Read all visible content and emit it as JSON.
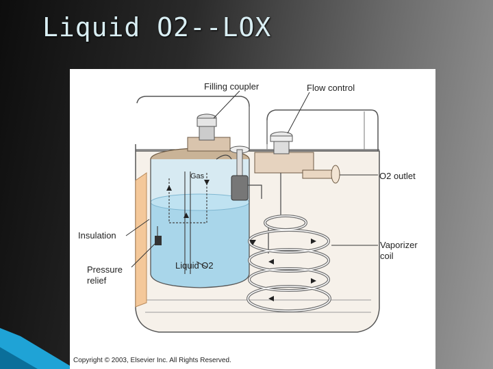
{
  "slide": {
    "title": "Liquid O2--LOX"
  },
  "diagram": {
    "labels": {
      "filling_coupler": "Filling coupler",
      "flow_control": "Flow control",
      "gas": "Gas",
      "o2_outlet": "O2 outlet",
      "insulation": "Insulation",
      "vaporizer_coil_line1": "Vaporizer",
      "vaporizer_coil_line2": "coil",
      "liquid_o2": "Liquid O2",
      "pressure_relief_line1": "Pressure",
      "pressure_relief_line2": "relief"
    },
    "copyright": "Copyright © 2003, Elsevier Inc. All Rights Reserved.",
    "colors": {
      "liquid": "#a9d6ea",
      "insulation": "#f4c89a",
      "housing": "#f2ebe2",
      "metal": "#d9c4ad"
    }
  }
}
